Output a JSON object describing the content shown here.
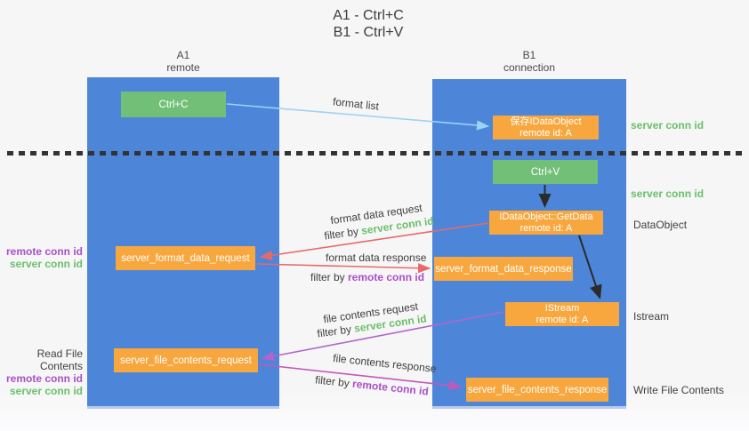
{
  "title": {
    "line1": "A1 - Ctrl+C",
    "line2": "B1 - Ctrl+V"
  },
  "columns": {
    "a1": {
      "id": "A1",
      "subtitle": "remote"
    },
    "b1": {
      "id": "B1",
      "subtitle": "connection"
    }
  },
  "boxes": {
    "ctrl_c": "Ctrl+C",
    "ctrl_v": "Ctrl+V",
    "save_idataobject": {
      "line1": "保存IDataObject",
      "line2": "remote id: A"
    },
    "getdata": {
      "line1": "IDataObject::GetData",
      "line2": "remote id: A"
    },
    "istream": {
      "line1": "IStream",
      "line2": "remote id: A"
    },
    "format_request": "server_format_data_request",
    "format_response": "server_format_data_response",
    "file_request": "server_file_contents_request",
    "file_response": "server_file_contents_response"
  },
  "side_labels": {
    "remote_conn_id": "remote conn id",
    "server_conn_id": "server conn id",
    "read_file_contents": "Read File Contents",
    "write_file_contents": "Write File Contents",
    "dataobject": "DataObject",
    "istream": "Istream"
  },
  "arrow_labels": {
    "format_list": "format list",
    "format_data_request": "format data request",
    "format_data_response": "format data response",
    "file_contents_request": "file contents request",
    "file_contents_response": "file contents response",
    "filter_by": "filter by ",
    "server_conn_id": "server conn id",
    "remote_conn_id": "remote conn id"
  },
  "colors": {
    "column_blue": "#4d86d8",
    "box_green": "#72c077",
    "box_orange": "#f7a73e",
    "green_text": "#6abf69",
    "purple_text": "#ab4fc8",
    "red_arrow": "#e66a6a",
    "light_blue_arrow": "#9cd2f2",
    "purple_arrow": "#b165cb",
    "magenta_arrow": "#c258b8",
    "black_arrow": "#2b2b2b"
  }
}
